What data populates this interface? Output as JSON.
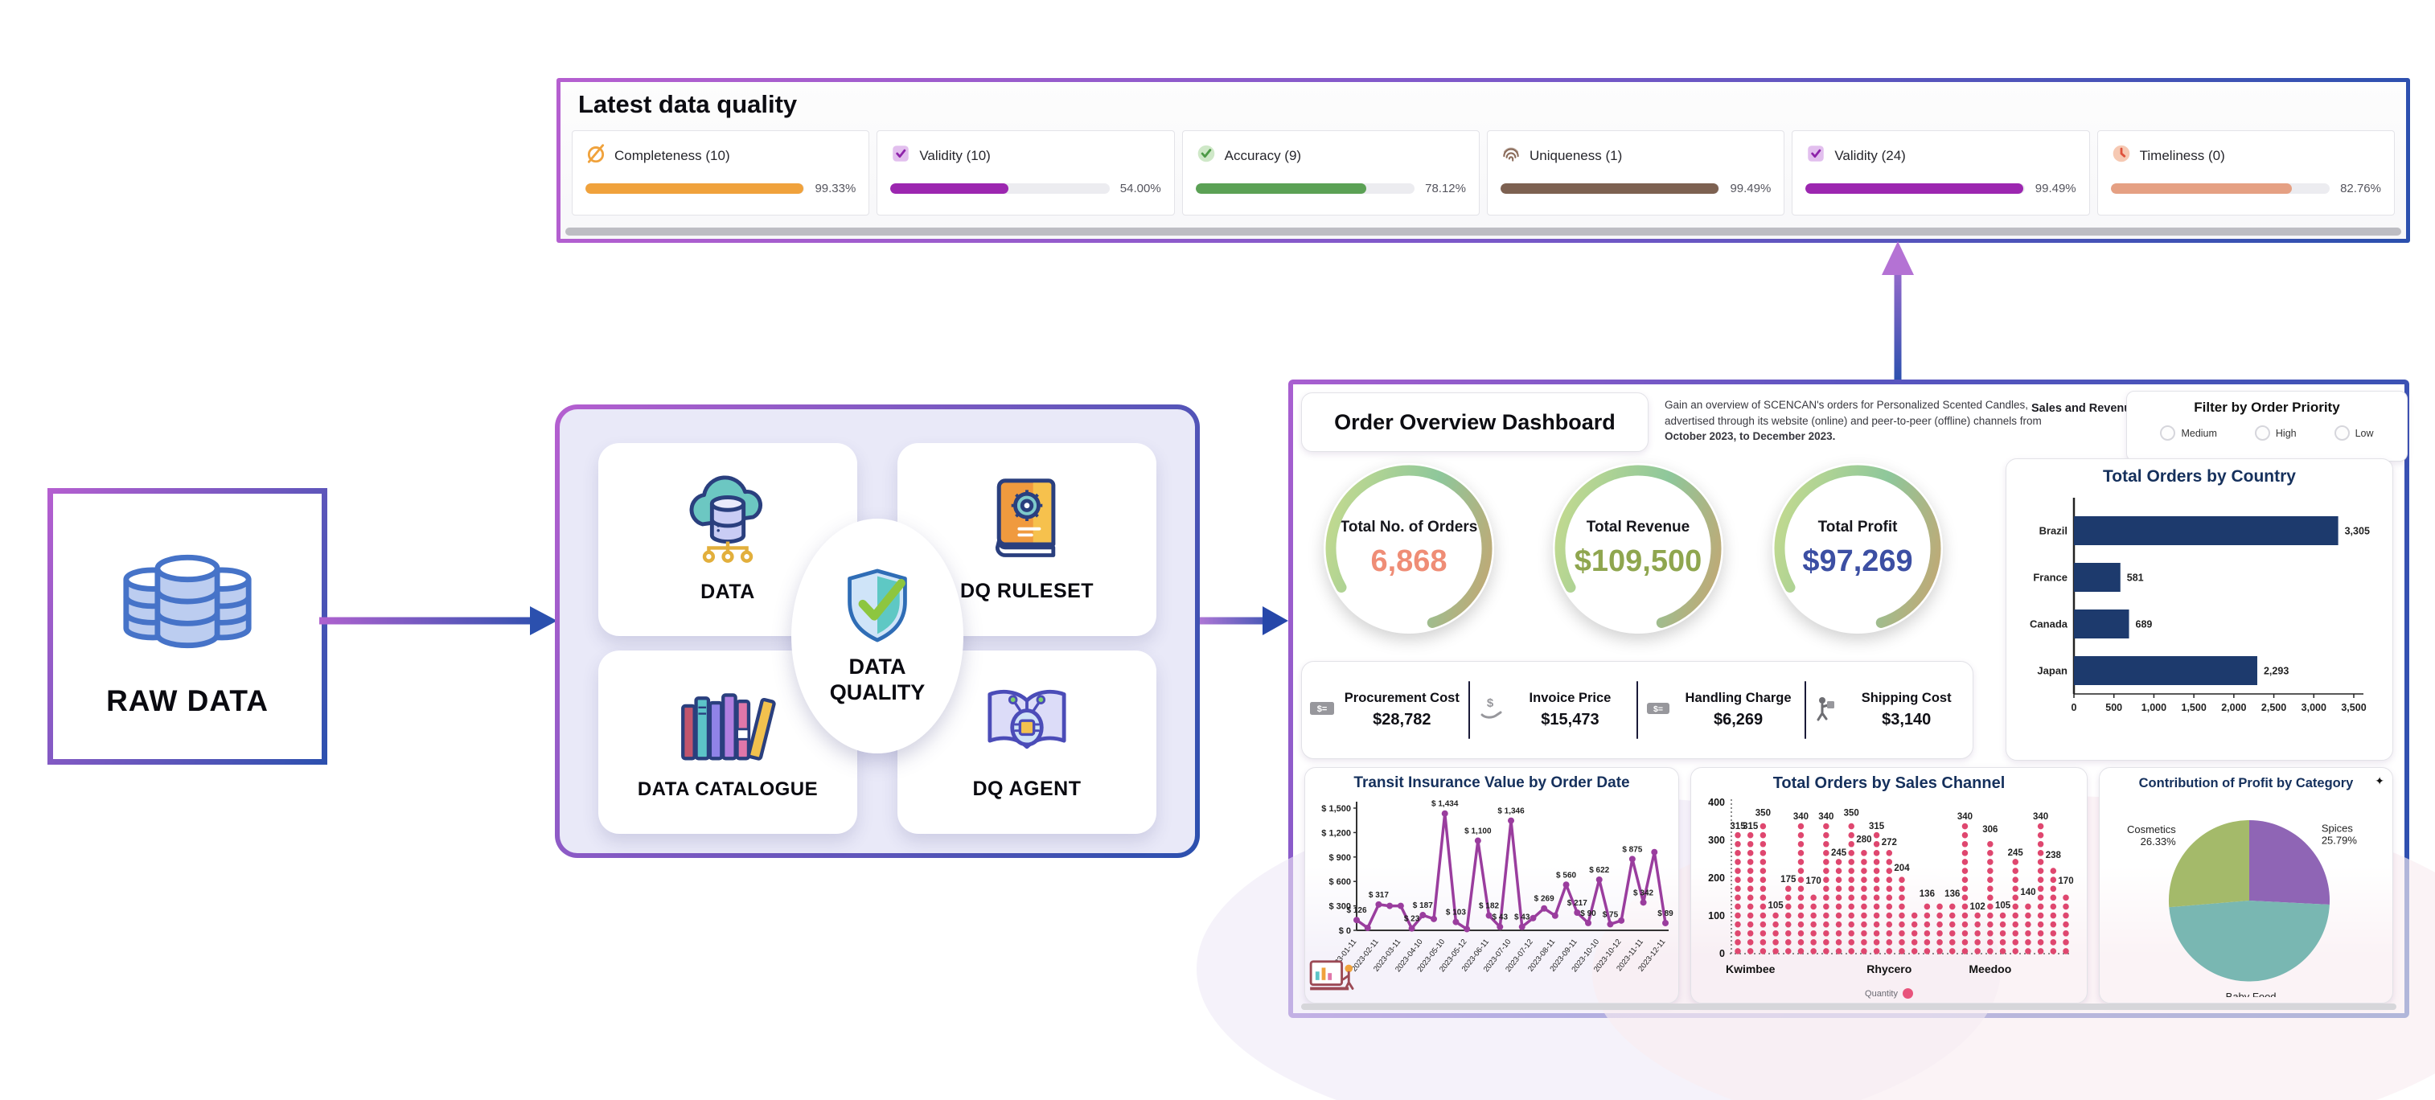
{
  "quality_panel": {
    "title": "Latest data quality",
    "metrics": [
      {
        "label": "Completeness (10)",
        "pct_label": "99.33%",
        "pct": 99.33,
        "color": "#f0a23c",
        "icon": "completeness-null-icon"
      },
      {
        "label": "Validity (10)",
        "pct_label": "54.00%",
        "pct": 54.0,
        "color": "#9c27b0",
        "icon": "validity-checkbox-icon"
      },
      {
        "label": "Accuracy (9)",
        "pct_label": "78.12%",
        "pct": 78.12,
        "color": "#5ba155",
        "icon": "accuracy-check-icon"
      },
      {
        "label": "Uniqueness (1)",
        "pct_label": "99.49%",
        "pct": 99.49,
        "color": "#7d6151",
        "icon": "uniqueness-fingerprint-icon"
      },
      {
        "label": "Validity (24)",
        "pct_label": "99.49%",
        "pct": 99.49,
        "color": "#9c27b0",
        "icon": "validity-checkbox-icon"
      },
      {
        "label": "Timeliness (0)",
        "pct_label": "82.76%",
        "pct": 82.76,
        "color": "#e5a083",
        "icon": "timeliness-clock-icon"
      }
    ]
  },
  "raw_data_node": {
    "label": "RAW DATA"
  },
  "dq_node": {
    "cards": [
      {
        "label": "DATA"
      },
      {
        "label": "DQ RULESET"
      },
      {
        "label": "DATA CATALOGUE"
      },
      {
        "label": "DQ AGENT"
      }
    ],
    "center_line1": "DATA",
    "center_line2": "QUALITY"
  },
  "dashboard": {
    "title": "Order Overview Dashboard",
    "description_normal": "Gain an overview of SCENCAN's orders for Personalized Scented Candles, advertised through its website (online) and peer-to-peer (offline) channels from ",
    "description_bold": "October 2023, to December 2023.",
    "subtitle": "Sales and Revenue Dashboard",
    "filter": {
      "title": "Filter by Order Priority",
      "options": [
        "Medium",
        "High",
        "Low"
      ]
    },
    "kpis": [
      {
        "label": "Total No. of Orders",
        "value": "6,868",
        "color": "#ef8d76"
      },
      {
        "label": "Total Revenue",
        "value": "$109,500",
        "color": "#8fa64f"
      },
      {
        "label": "Total Profit",
        "value": "$97,269",
        "color": "#3c4fa3"
      }
    ],
    "costs": [
      {
        "label": "Procurement Cost",
        "value": "$28,782",
        "icon": "bill-icon",
        "icon_glyph": "$="
      },
      {
        "label": "Invoice Price",
        "value": "$15,473",
        "icon": "hand-dollar-icon",
        "icon_glyph": "$"
      },
      {
        "label": "Handling Charge",
        "value": "$6,269",
        "icon": "price-tag-icon",
        "icon_glyph": "$="
      },
      {
        "label": "Shipping Cost",
        "value": "$3,140",
        "icon": "courier-icon",
        "icon_glyph": ""
      }
    ],
    "legend_quantity": "Quantity",
    "expand_icon_glyph": "✦"
  },
  "chart_data": [
    {
      "type": "bar",
      "orientation": "horizontal",
      "title": "Total Orders by Country",
      "categories": [
        "Brazil",
        "France",
        "Canada",
        "Japan"
      ],
      "values": [
        3305,
        581,
        689,
        2293
      ],
      "value_labels": [
        "3,305",
        "581",
        "689",
        "2,293"
      ],
      "xlim": [
        0,
        3500
      ],
      "xtick_step": 500,
      "xticks": [
        "0",
        "500",
        "1,000",
        "1,500",
        "2,000",
        "2,500",
        "3,000",
        "3,500"
      ],
      "bar_color": "#1d3a6d",
      "grid": false
    },
    {
      "type": "line",
      "title": "Transit Insurance Value by Order Date",
      "color": "#9a3d9e",
      "ylim": [
        0,
        1500
      ],
      "yticks": [
        "$ 0",
        "$ 300",
        "$ 600",
        "$ 900",
        "$ 1,200",
        "$ 1,500"
      ],
      "x_labels": [
        "2023-01-11",
        "2023-02-11",
        "2023-03-11",
        "2023-04-10",
        "2023-05-10",
        "2023-05-12",
        "2023-06-11",
        "2023-07-10",
        "2023-07-12",
        "2023-08-11",
        "2023-09-11",
        "2023-10-10",
        "2023-10-12",
        "2023-11-11",
        "2023-12-11"
      ],
      "values": [
        126,
        30,
        317,
        300,
        300,
        23,
        187,
        140,
        1434,
        103,
        15,
        1100,
        182,
        43,
        1346,
        43,
        150,
        269,
        180,
        560,
        217,
        90,
        622,
        75,
        120,
        875,
        342,
        960,
        89
      ],
      "point_labels": [
        "$ 126",
        "",
        "$ 317",
        "",
        "",
        "$ 23",
        "$ 187",
        "",
        "$ 1,434",
        "$ 103",
        "",
        "$ 1,100",
        "$ 182",
        "$ 43",
        "$ 1,346",
        "$ 43",
        "",
        "$ 269",
        "",
        "$ 560",
        "$ 217",
        "$ 90",
        "$ 622",
        "$ 75",
        "",
        "$ 875",
        "$ 342",
        "",
        "$ 89"
      ]
    },
    {
      "type": "dot-column",
      "title": "Total Orders by Sales Channel",
      "color": "#df476f",
      "ylim": [
        0,
        400
      ],
      "yticks": [
        "0",
        "100",
        "200",
        "300",
        "400"
      ],
      "categories": [
        "Kwimbee",
        "Rhycero",
        "Meedoo"
      ],
      "values": [
        315,
        315,
        350,
        105,
        175,
        340,
        170,
        340,
        245,
        350,
        280,
        315,
        272,
        204,
        120,
        136,
        130,
        136,
        340,
        102,
        306,
        105,
        245,
        140,
        340,
        238,
        170
      ],
      "value_labels": [
        "315",
        "315",
        "350",
        "105",
        "175",
        "340",
        "170",
        "340",
        "245",
        "350",
        "280",
        "315",
        "272",
        "204",
        "",
        "136",
        "",
        "136",
        "340",
        "102",
        "306",
        "105",
        "245",
        "140",
        "340",
        "238",
        "170"
      ],
      "legend": "Quantity"
    },
    {
      "type": "pie",
      "title": "Contribution of Profit by Category",
      "clockwise_from_top": true,
      "slices": [
        {
          "label": "Spices",
          "pct_label": "25.79%",
          "value": 25.79,
          "color": "#8f65b5"
        },
        {
          "label": "Baby Food",
          "pct_label": "47.88%",
          "value": 47.88,
          "color": "#79b7b2"
        },
        {
          "label": "Cosmetics",
          "pct_label": "26.33%",
          "value": 26.33,
          "color": "#a4ba6a"
        }
      ]
    }
  ]
}
